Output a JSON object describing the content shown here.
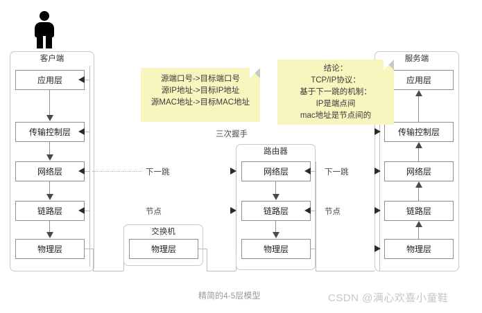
{
  "diagram": {
    "caption": "精简的4-5层模型",
    "watermark": "CSDN @满心欢喜小童鞋",
    "handshake_label": "三次握手",
    "colors": {
      "note_bg": "#f7f6bf",
      "box_border": "#8e8e8e",
      "device_border": "#c8c8c8",
      "arrow": "#2b2b2b",
      "caption_text": "#9a9aa2",
      "watermark_text": "#c6c6cc"
    }
  },
  "client": {
    "title": "客户端",
    "layers": [
      {
        "label": "应用层"
      },
      {
        "label": "传输控制层"
      },
      {
        "label": "网络层"
      },
      {
        "label": "链路层"
      },
      {
        "label": "物理层"
      }
    ]
  },
  "switch": {
    "title": "交换机",
    "node_label": "节点",
    "layers": [
      {
        "label": "物理层"
      }
    ]
  },
  "router": {
    "title": "路由器",
    "layers": [
      {
        "label": "网络层"
      },
      {
        "label": "链路层"
      },
      {
        "label": "物理层"
      }
    ]
  },
  "server": {
    "title": "服务端",
    "layers": [
      {
        "label": "应用层"
      },
      {
        "label": "传输控制层"
      },
      {
        "label": "网络层"
      },
      {
        "label": "链路层"
      },
      {
        "label": "物理层"
      }
    ]
  },
  "connector_labels": {
    "left_next_hop": "下一跳",
    "left_node": "节点",
    "right_next_hop": "下一跳",
    "right_node": "节点"
  },
  "notes": [
    {
      "name": "address-mapping-note",
      "lines": [
        "源端口号->目标端口号",
        "源IP地址->目标IP地址",
        "源MAC地址->目标MAC地址"
      ]
    },
    {
      "name": "conclusion-note",
      "lines": [
        "结论：",
        "TCP/IP协议：",
        "基于下一跳的机制：",
        "IP是端点间",
        "mac地址是节点间的"
      ]
    }
  ]
}
